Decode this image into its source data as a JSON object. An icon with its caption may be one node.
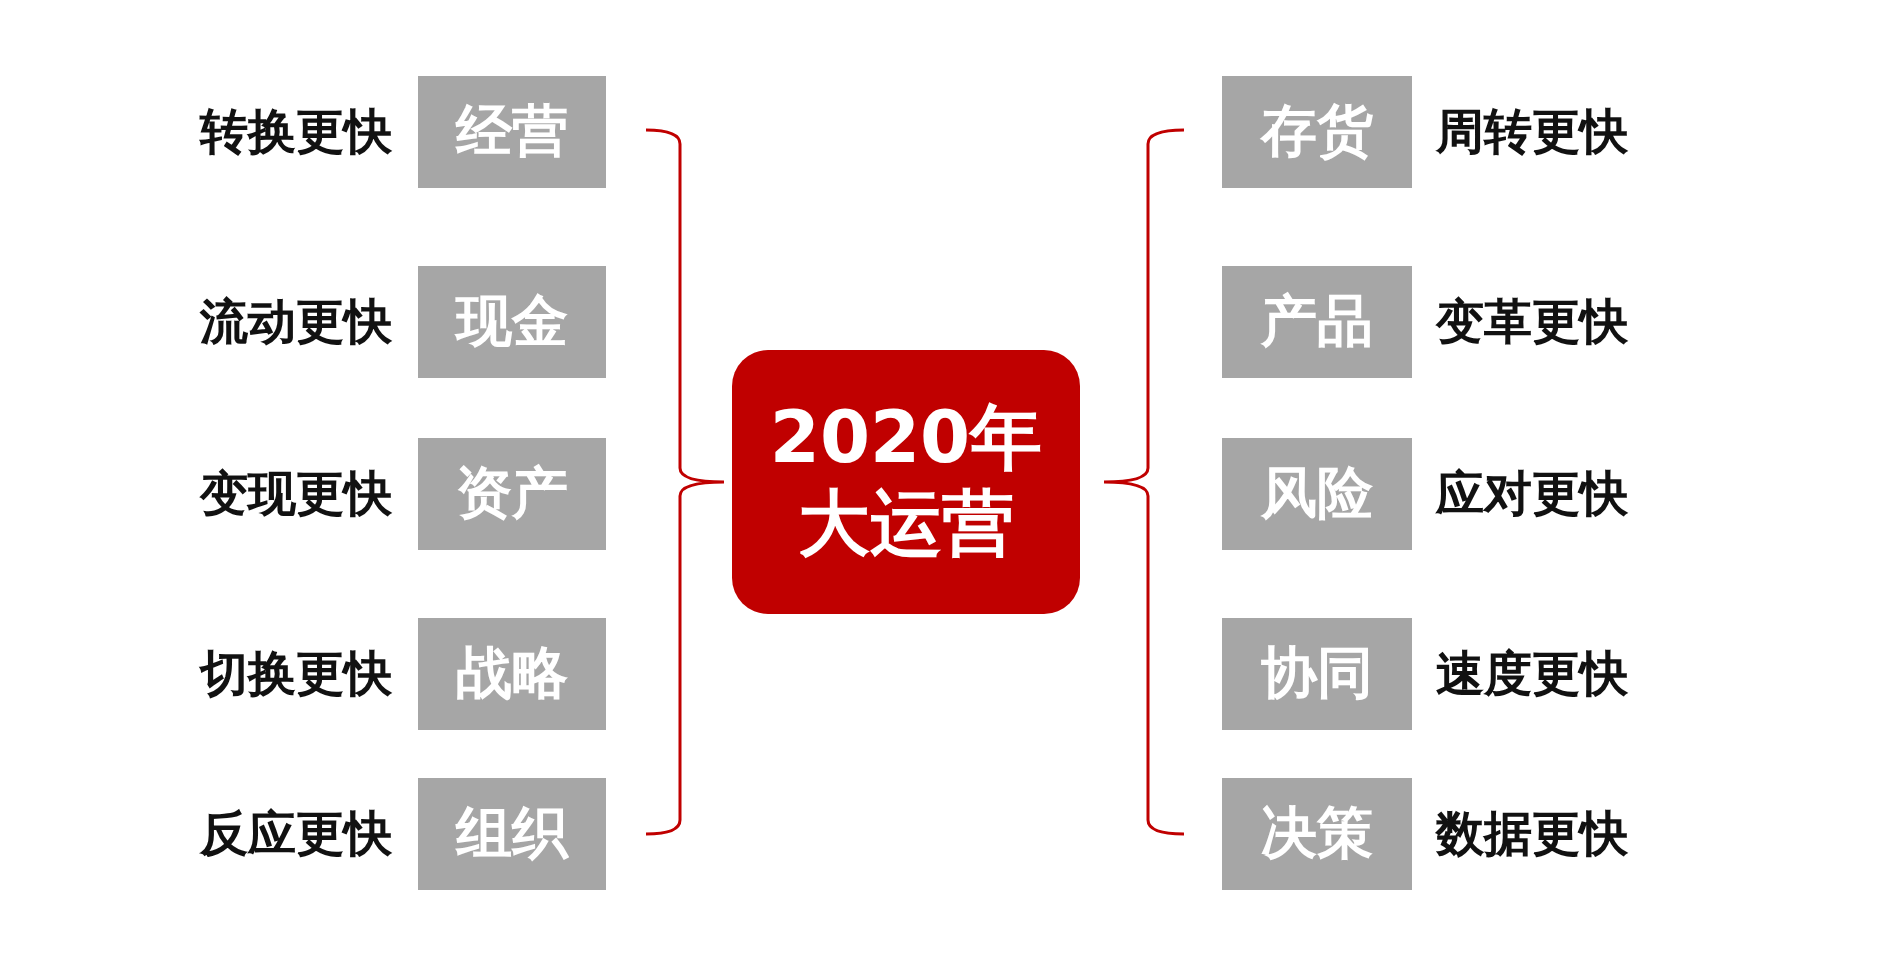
{
  "diagram": {
    "nodes": [
      {
        "text": [
          "2020年",
          "大运营"
        ]
      },
      {
        "text": [
          "经营"
        ],
        "beside": [
          "转换更快"
        ]
      },
      {
        "text": [
          "现金"
        ],
        "beside": [
          "流动更快"
        ]
      },
      {
        "text": [
          "资产"
        ],
        "beside": [
          "变现更快"
        ]
      },
      {
        "text": [
          "战略"
        ],
        "beside": [
          "切换更快"
        ]
      },
      {
        "text": [
          "组织"
        ],
        "beside": [
          "反应更快"
        ]
      },
      {
        "text": [
          "存货"
        ],
        "beside": [
          "周转更快"
        ]
      },
      {
        "text": [
          "产品"
        ],
        "beside": [
          "变革更快"
        ]
      },
      {
        "text": [
          "风险"
        ],
        "beside": [
          "应对更快"
        ]
      },
      {
        "text": [
          "协同"
        ],
        "beside": [
          "速度更快"
        ]
      },
      {
        "text": [
          "决策"
        ],
        "beside": [
          "数据更快"
        ]
      }
    ]
  }
}
